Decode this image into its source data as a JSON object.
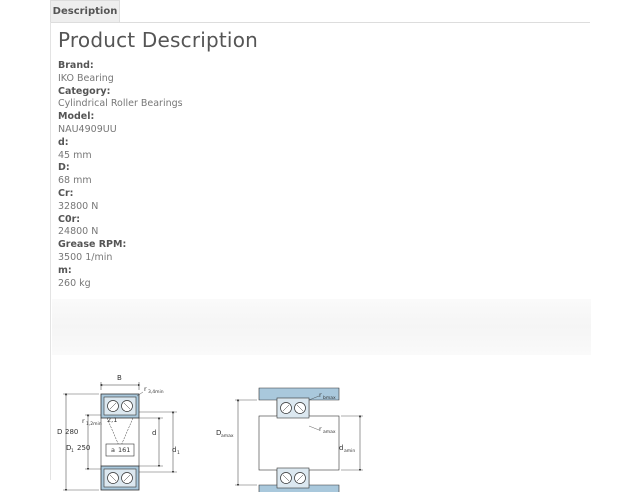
{
  "tabs": [
    {
      "label": "Description"
    }
  ],
  "main": {
    "title": "Product Description",
    "specs": [
      {
        "label": "Brand:",
        "value": "IKO Bearing"
      },
      {
        "label": "Category:",
        "value": "Cylindrical Roller Bearings"
      },
      {
        "label": "Model:",
        "value": "NAU4909UU"
      },
      {
        "label": "d:",
        "value": "45 mm"
      },
      {
        "label": "D:",
        "value": "68 mm"
      },
      {
        "label": "Cr:",
        "value": "32800 N"
      },
      {
        "label": "C0r:",
        "value": "24800 N"
      },
      {
        "label": "Grease RPM:",
        "value": "3500 1/min"
      },
      {
        "label": "m:",
        "value": "260 kg"
      }
    ]
  },
  "drawing": {
    "left": {
      "B": "B",
      "r34": "r",
      "r34_sub": "3,4min",
      "r12": "r",
      "r12_sub": "1,2min",
      "dim21": "2,1",
      "D": "D",
      "D_val": "280",
      "D1": "D",
      "D1_sub": "1",
      "D1_val": "250",
      "a": "a",
      "a_val": "161",
      "d": "d",
      "d1": "d",
      "d1_sub": "1"
    },
    "right": {
      "rbmax": "r",
      "rbmax_sub": "bmax",
      "ramax": "r",
      "ramax_sub": "amax",
      "Damax": "D",
      "Damax_sub": "amax",
      "damin": "d",
      "damin_sub": "amin"
    }
  },
  "colors": {
    "housing": "#a9c8dc",
    "ring": "#dce8f0",
    "line": "#333333"
  }
}
